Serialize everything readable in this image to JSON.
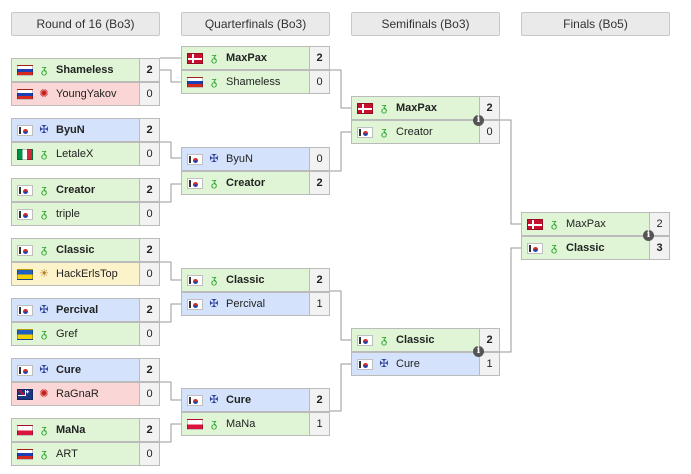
{
  "rounds": [
    "Round of 16 (Bo3)",
    "Quarterfinals (Bo3)",
    "Semifinals (Bo3)",
    "Finals (Bo5)"
  ],
  "ro16": [
    {
      "name": "Shameless",
      "score": "2",
      "flag": "ru",
      "race": "zerg",
      "bg": "green",
      "win": true
    },
    {
      "name": "YoungYakov",
      "score": "0",
      "flag": "ru",
      "race": "protoss",
      "bg": "red",
      "win": false
    },
    {
      "name": "ByuN",
      "score": "2",
      "flag": "kr",
      "race": "terran",
      "bg": "blue",
      "win": true
    },
    {
      "name": "LetaleX",
      "score": "0",
      "flag": "it",
      "race": "zerg",
      "bg": "green",
      "win": false
    },
    {
      "name": "Creator",
      "score": "2",
      "flag": "kr",
      "race": "zerg",
      "bg": "green",
      "win": true
    },
    {
      "name": "triple",
      "score": "0",
      "flag": "kr",
      "race": "zerg",
      "bg": "green",
      "win": false
    },
    {
      "name": "Classic",
      "score": "2",
      "flag": "kr",
      "race": "zerg",
      "bg": "green",
      "win": true
    },
    {
      "name": "HackErlsTop",
      "score": "0",
      "flag": "ua",
      "race": "random",
      "bg": "yellow",
      "win": false
    },
    {
      "name": "Percival",
      "score": "2",
      "flag": "kr",
      "race": "terran",
      "bg": "blue",
      "win": true
    },
    {
      "name": "Gref",
      "score": "0",
      "flag": "ua",
      "race": "zerg",
      "bg": "green",
      "win": false
    },
    {
      "name": "Cure",
      "score": "2",
      "flag": "kr",
      "race": "terran",
      "bg": "blue",
      "win": true
    },
    {
      "name": "RaGnaR",
      "score": "0",
      "flag": "au",
      "race": "protoss",
      "bg": "red",
      "win": false
    },
    {
      "name": "MaNa",
      "score": "2",
      "flag": "pl",
      "race": "zerg",
      "bg": "green",
      "win": true
    },
    {
      "name": "ART",
      "score": "0",
      "flag": "ru",
      "race": "zerg",
      "bg": "green",
      "win": false
    }
  ],
  "quarterfinals": [
    {
      "name": "MaxPax",
      "score": "2",
      "flag": "dk",
      "race": "zerg",
      "bg": "green",
      "win": true
    },
    {
      "name": "Shameless",
      "score": "0",
      "flag": "ru",
      "race": "zerg",
      "bg": "green",
      "win": false
    },
    {
      "name": "ByuN",
      "score": "0",
      "flag": "kr",
      "race": "terran",
      "bg": "blue",
      "win": false
    },
    {
      "name": "Creator",
      "score": "2",
      "flag": "kr",
      "race": "zerg",
      "bg": "green",
      "win": true
    },
    {
      "name": "Classic",
      "score": "2",
      "flag": "kr",
      "race": "zerg",
      "bg": "green",
      "win": true
    },
    {
      "name": "Percival",
      "score": "1",
      "flag": "kr",
      "race": "terran",
      "bg": "blue",
      "win": false
    },
    {
      "name": "Cure",
      "score": "2",
      "flag": "kr",
      "race": "terran",
      "bg": "blue",
      "win": true
    },
    {
      "name": "MaNa",
      "score": "1",
      "flag": "pl",
      "race": "zerg",
      "bg": "green",
      "win": false
    }
  ],
  "semifinals": [
    {
      "name": "MaxPax",
      "score": "2",
      "flag": "dk",
      "race": "zerg",
      "bg": "green",
      "win": true
    },
    {
      "name": "Creator",
      "score": "0",
      "flag": "kr",
      "race": "zerg",
      "bg": "green",
      "win": false
    },
    {
      "name": "Classic",
      "score": "2",
      "flag": "kr",
      "race": "zerg",
      "bg": "green",
      "win": true
    },
    {
      "name": "Cure",
      "score": "1",
      "flag": "kr",
      "race": "terran",
      "bg": "blue",
      "win": false
    }
  ],
  "finals": [
    {
      "name": "MaxPax",
      "score": "2",
      "flag": "dk",
      "race": "zerg",
      "bg": "green",
      "win": false
    },
    {
      "name": "Classic",
      "score": "3",
      "flag": "kr",
      "race": "zerg",
      "bg": "green",
      "win": true
    }
  ],
  "info_icon": "i",
  "colors": {
    "zerg_green": "#dff5d6",
    "terran_blue": "#d4e3fb",
    "protoss_red": "#fbd6d6",
    "random_yellow": "#fdf3cb"
  }
}
